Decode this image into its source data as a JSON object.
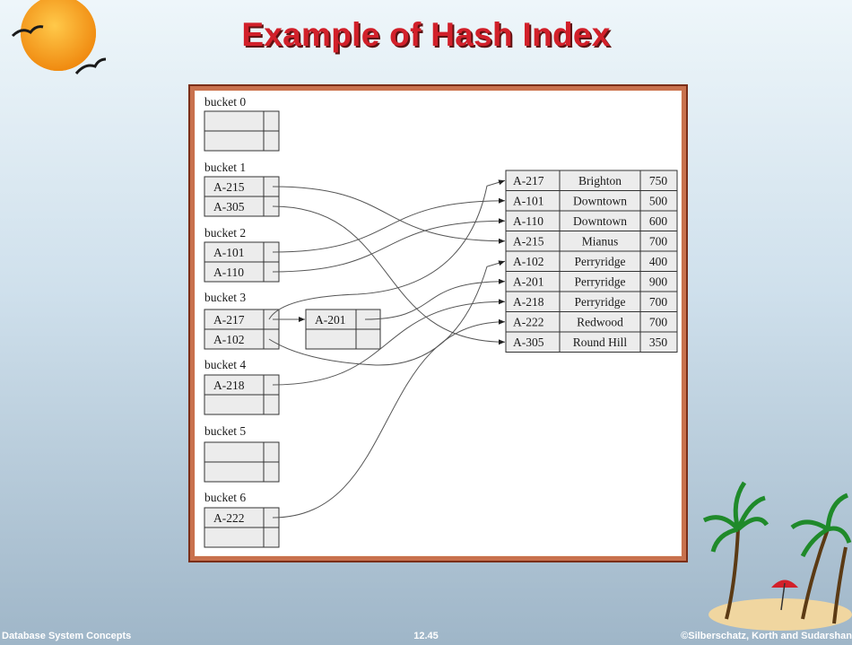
{
  "slide": {
    "title": "Example of Hash Index",
    "footer_left": "Database System Concepts",
    "footer_center": "12.45",
    "footer_right": "©Silberschatz, Korth and Sudarshan"
  },
  "diagram": {
    "buckets": [
      {
        "label": "bucket 0",
        "entries": [
          "",
          ""
        ]
      },
      {
        "label": "bucket 1",
        "entries": [
          "A-215",
          "A-305"
        ]
      },
      {
        "label": "bucket 2",
        "entries": [
          "A-101",
          "A-110"
        ]
      },
      {
        "label": "bucket 3",
        "entries": [
          "A-217",
          "A-102"
        ]
      },
      {
        "label": "bucket 4",
        "entries": [
          "A-218",
          ""
        ]
      },
      {
        "label": "bucket 5",
        "entries": [
          "",
          ""
        ]
      },
      {
        "label": "bucket 6",
        "entries": [
          "A-222",
          ""
        ]
      }
    ],
    "overflow_bucket": {
      "entries": [
        "A-201",
        ""
      ]
    },
    "records": [
      {
        "account": "A-217",
        "branch": "Brighton",
        "balance": "750"
      },
      {
        "account": "A-101",
        "branch": "Downtown",
        "balance": "500"
      },
      {
        "account": "A-110",
        "branch": "Downtown",
        "balance": "600"
      },
      {
        "account": "A-215",
        "branch": "Mianus",
        "balance": "700"
      },
      {
        "account": "A-102",
        "branch": "Perryridge",
        "balance": "400"
      },
      {
        "account": "A-201",
        "branch": "Perryridge",
        "balance": "900"
      },
      {
        "account": "A-218",
        "branch": "Perryridge",
        "balance": "700"
      },
      {
        "account": "A-222",
        "branch": "Redwood",
        "balance": "700"
      },
      {
        "account": "A-305",
        "branch": "Round Hill",
        "balance": "350"
      }
    ]
  },
  "colors": {
    "title": "#d2202a",
    "frame": "#c8714d",
    "cell_fill": "#ececec"
  },
  "icons": {
    "decoration_left": "sun-with-birds-icon",
    "decoration_right": "palm-island-icon"
  }
}
